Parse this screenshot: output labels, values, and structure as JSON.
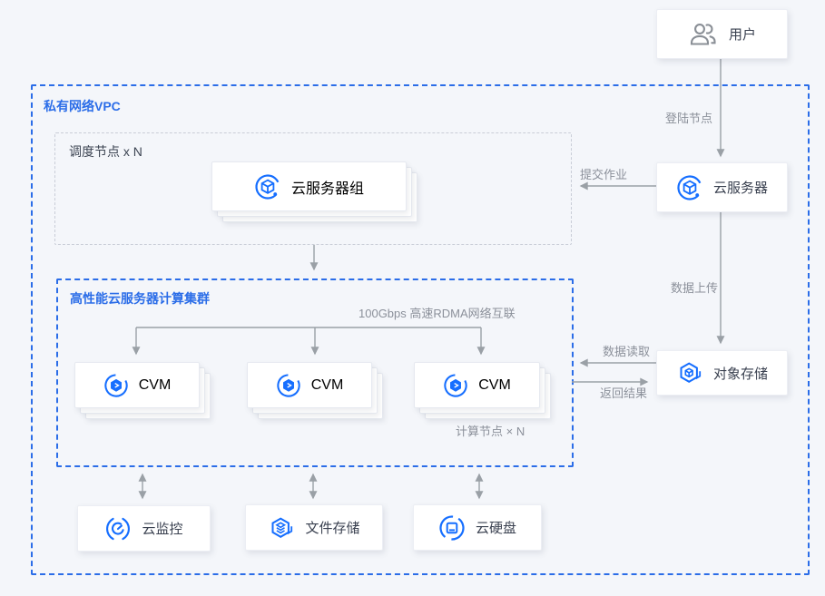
{
  "colors": {
    "background": "#f4f6fa",
    "accent_blue": "#2b6de8",
    "icon_blue": "#156eff",
    "arrow_gray": "#9aa0a6",
    "label_gray": "#8b909a",
    "node_text": "#3a4150",
    "user_icon_gray": "#8a8f96"
  },
  "containers": {
    "vpc": {
      "label": "私有网络VPC"
    },
    "scheduler": {
      "label": "调度节点 x N"
    },
    "cluster": {
      "label": "高性能云服务器计算集群"
    }
  },
  "nodes": {
    "user": {
      "label": "用户",
      "icon": "user-icon"
    },
    "cloud_server": {
      "label": "云服务器",
      "icon": "cloud-server-icon"
    },
    "object_storage": {
      "label": "对象存储",
      "icon": "object-storage-icon"
    },
    "server_group": {
      "label": "云服务器组",
      "icon": "cloud-server-icon"
    },
    "cvm_1": {
      "label": "CVM",
      "icon": "cvm-icon"
    },
    "cvm_2": {
      "label": "CVM",
      "icon": "cvm-icon"
    },
    "cvm_3": {
      "label": "CVM",
      "icon": "cvm-icon"
    },
    "cloud_monitor": {
      "label": "云监控",
      "icon": "cloud-monitor-icon"
    },
    "file_storage": {
      "label": "文件存储",
      "icon": "file-storage-icon"
    },
    "cloud_disk": {
      "label": "云硬盘",
      "icon": "cloud-disk-icon"
    }
  },
  "edge_labels": {
    "login": "登陆节点",
    "submit": "提交作业",
    "upload": "数据上传",
    "read": "数据读取",
    "result": "返回结果",
    "rdma": "100Gbps 高速RDMA网络互联",
    "compute_note": "计算节点 × N"
  }
}
